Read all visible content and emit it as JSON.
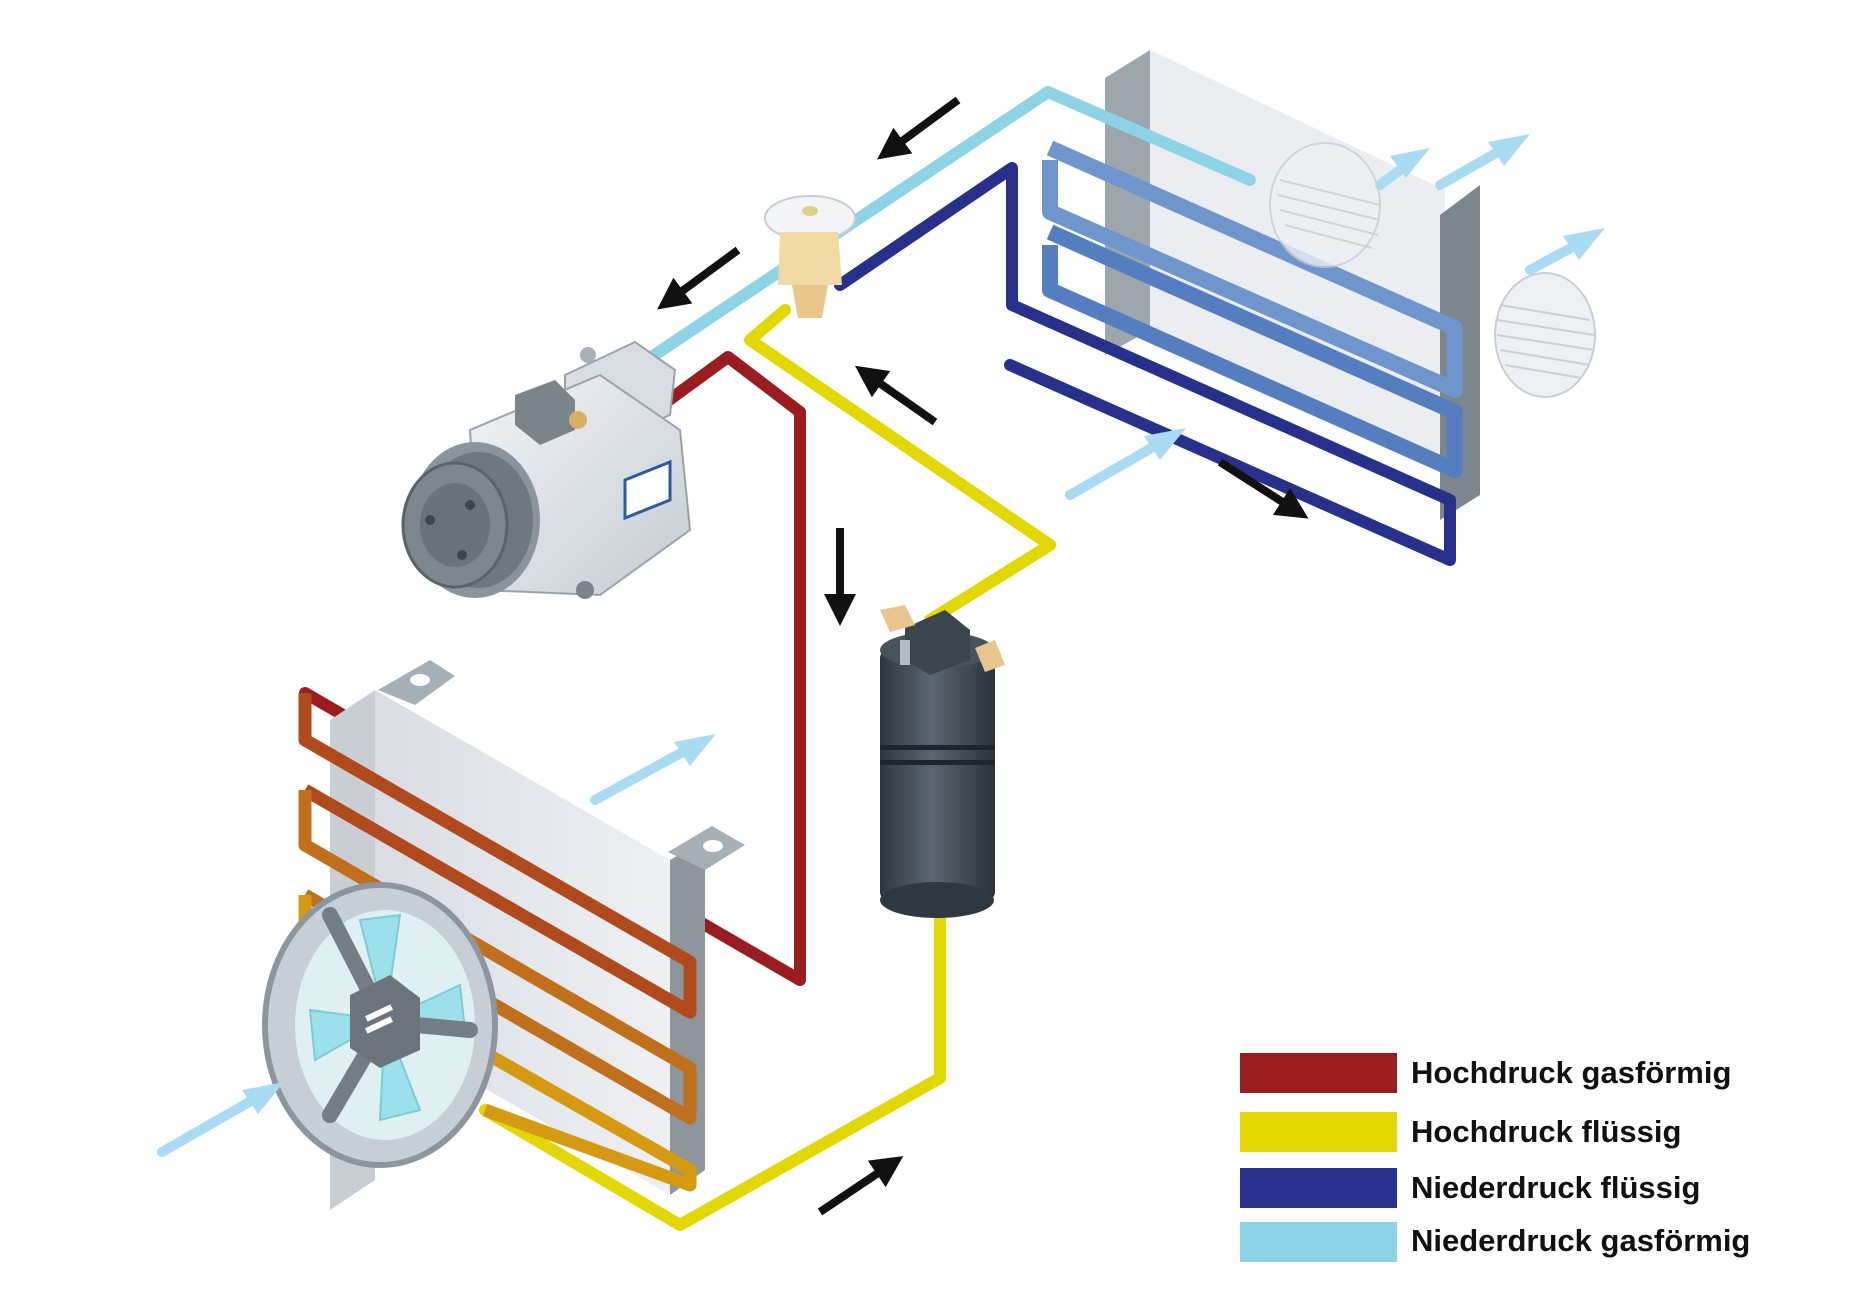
{
  "legend": {
    "items": [
      {
        "label": "Hochdruck gasförmig",
        "color": "#9b1c1f"
      },
      {
        "label": "Hochdruck flüssig",
        "color": "#e2d800"
      },
      {
        "label": "Niederdruck flüssig",
        "color": "#27318b"
      },
      {
        "label": "Niederdruck gasförmig",
        "color": "#8dd3e6"
      }
    ]
  },
  "colors": {
    "airflow_arrow": "#a9dcf2",
    "flow_arrow": "#111111",
    "condenser_top": "#b04a1c",
    "condenser_mid": "#c0701c",
    "condenser_bottom": "#d59a12"
  },
  "components": [
    "compressor",
    "condenser",
    "condenser-fan",
    "receiver-drier",
    "expansion-valve",
    "evaporator",
    "evaporator-blower"
  ],
  "icons": [
    "flow-direction-arrow-icon",
    "airflow-arrow-icon"
  ]
}
